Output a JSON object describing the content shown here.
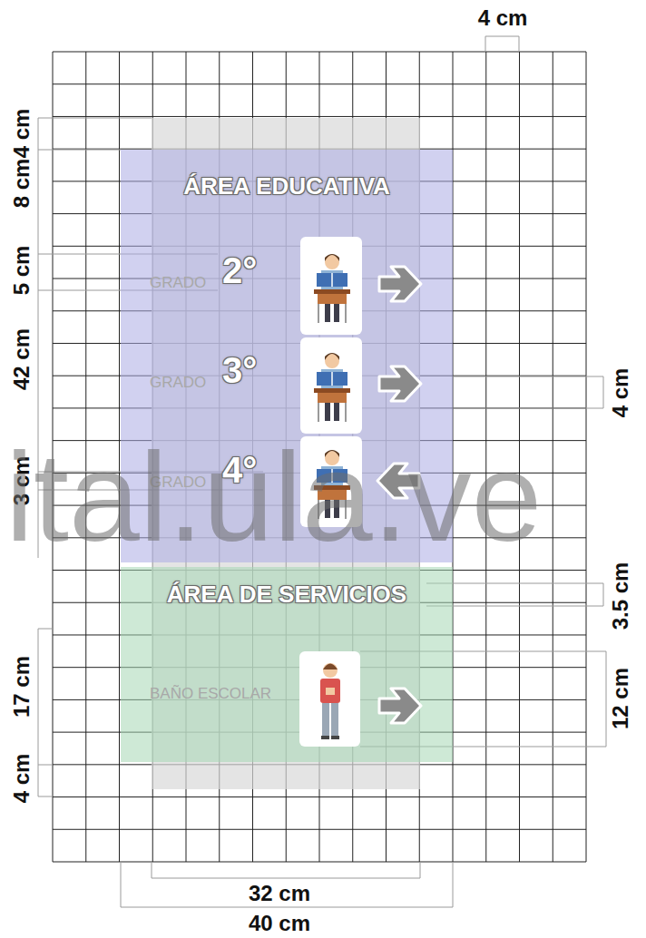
{
  "diagram": {
    "nodes": [
      {
        "text": [
          "ÁREA EDUCATIVA",
          "GRADO",
          "2°",
          "GRADO",
          "3°",
          "GRADO",
          "4°"
        ]
      },
      {
        "text": [
          "ÁREA DE SERVICIOS",
          "BAÑO ESCOLAR"
        ]
      }
    ],
    "labels": [
      "4 cm",
      "4 cm",
      "8 cm",
      "5 cm",
      "42 cm",
      "3 cm",
      "4 cm",
      "3.5 cm",
      "12 cm",
      "17 cm",
      "4 cm",
      "32 cm",
      "40 cm",
      "ital.ula.ve"
    ]
  }
}
